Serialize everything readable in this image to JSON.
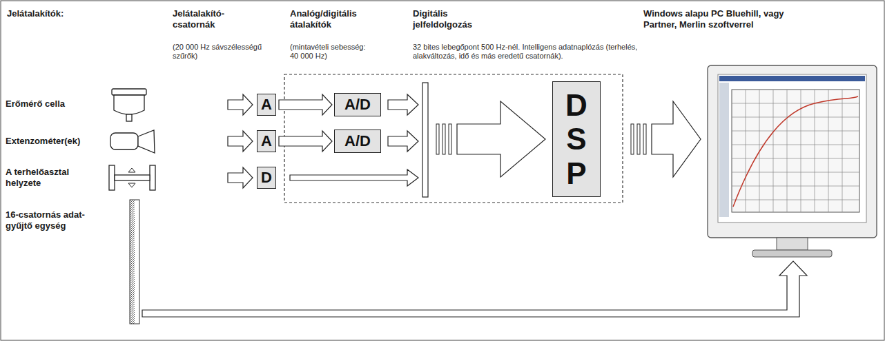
{
  "diagram": {
    "nodes": [
      {
        "text": [
          "A"
        ]
      },
      {
        "text": [
          "A/D"
        ]
      },
      {
        "text": [
          "A"
        ]
      },
      {
        "text": [
          "A/D"
        ]
      },
      {
        "text": [
          "D"
        ]
      },
      {
        "text": [
          "D S P"
        ]
      }
    ],
    "edges": [
      {
        "from": 0,
        "to": 1,
        "arrow": "to"
      },
      {
        "from": 2,
        "to": 3,
        "arrow": "to"
      }
    ],
    "labels": [
      "Jelátalakítók:",
      "Jelátalakító- csatornák",
      "Analóg/digitális átalakítók",
      "Digitális jelfeldolgozás",
      "Windows alapu PC Bluehill, vagy Partner, Merlin szoftverrel",
      "(20 000 Hz sávszélességű szűrők)",
      "(mintavételi sebesség: 40 000 Hz)",
      "32 bites lebegőpont 500 Hz-nél. Intelligens adatnaplózás (terhelés, alakváltozás, idő és más eredetű csatornák).",
      "Erőmérő cella",
      "Extenzométer(ek)",
      "A terhelőasztal helyzete",
      "16-csatornás adat- gyűjtő egység"
    ]
  }
}
